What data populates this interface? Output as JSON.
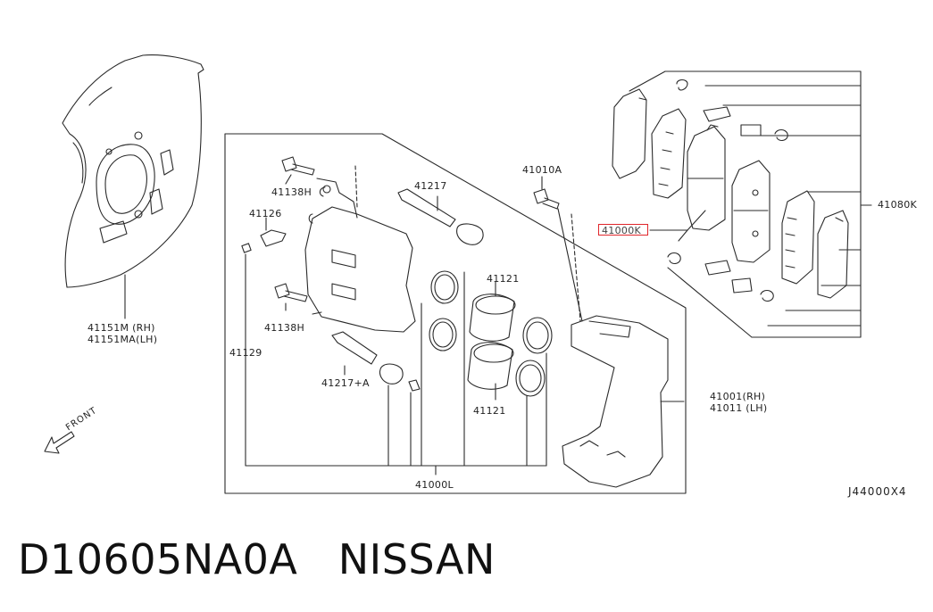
{
  "labels": {
    "p41151": "41151M (RH)\n41151MA(LH)",
    "p41138h_top": "41138H",
    "p41126": "41126",
    "p41217": "41217",
    "p41010a": "41010A",
    "p41121_top": "41121",
    "p41138h_bottom": "41138H",
    "p41129": "41129",
    "p41217a": "41217+A",
    "p41121_bottom": "41121",
    "p41001": "41001(RH)\n41011 (LH)",
    "p41000l": "41000L",
    "p41080k": "41080K",
    "p41000k": "41000K"
  },
  "front_label": "FRONT",
  "diagram_code": "J44000X4",
  "footer": {
    "part_number": "D10605NA0A",
    "brand": "NISSAN"
  },
  "colors": {
    "line": "#2a2a2a",
    "highlight": "#e0262b"
  }
}
